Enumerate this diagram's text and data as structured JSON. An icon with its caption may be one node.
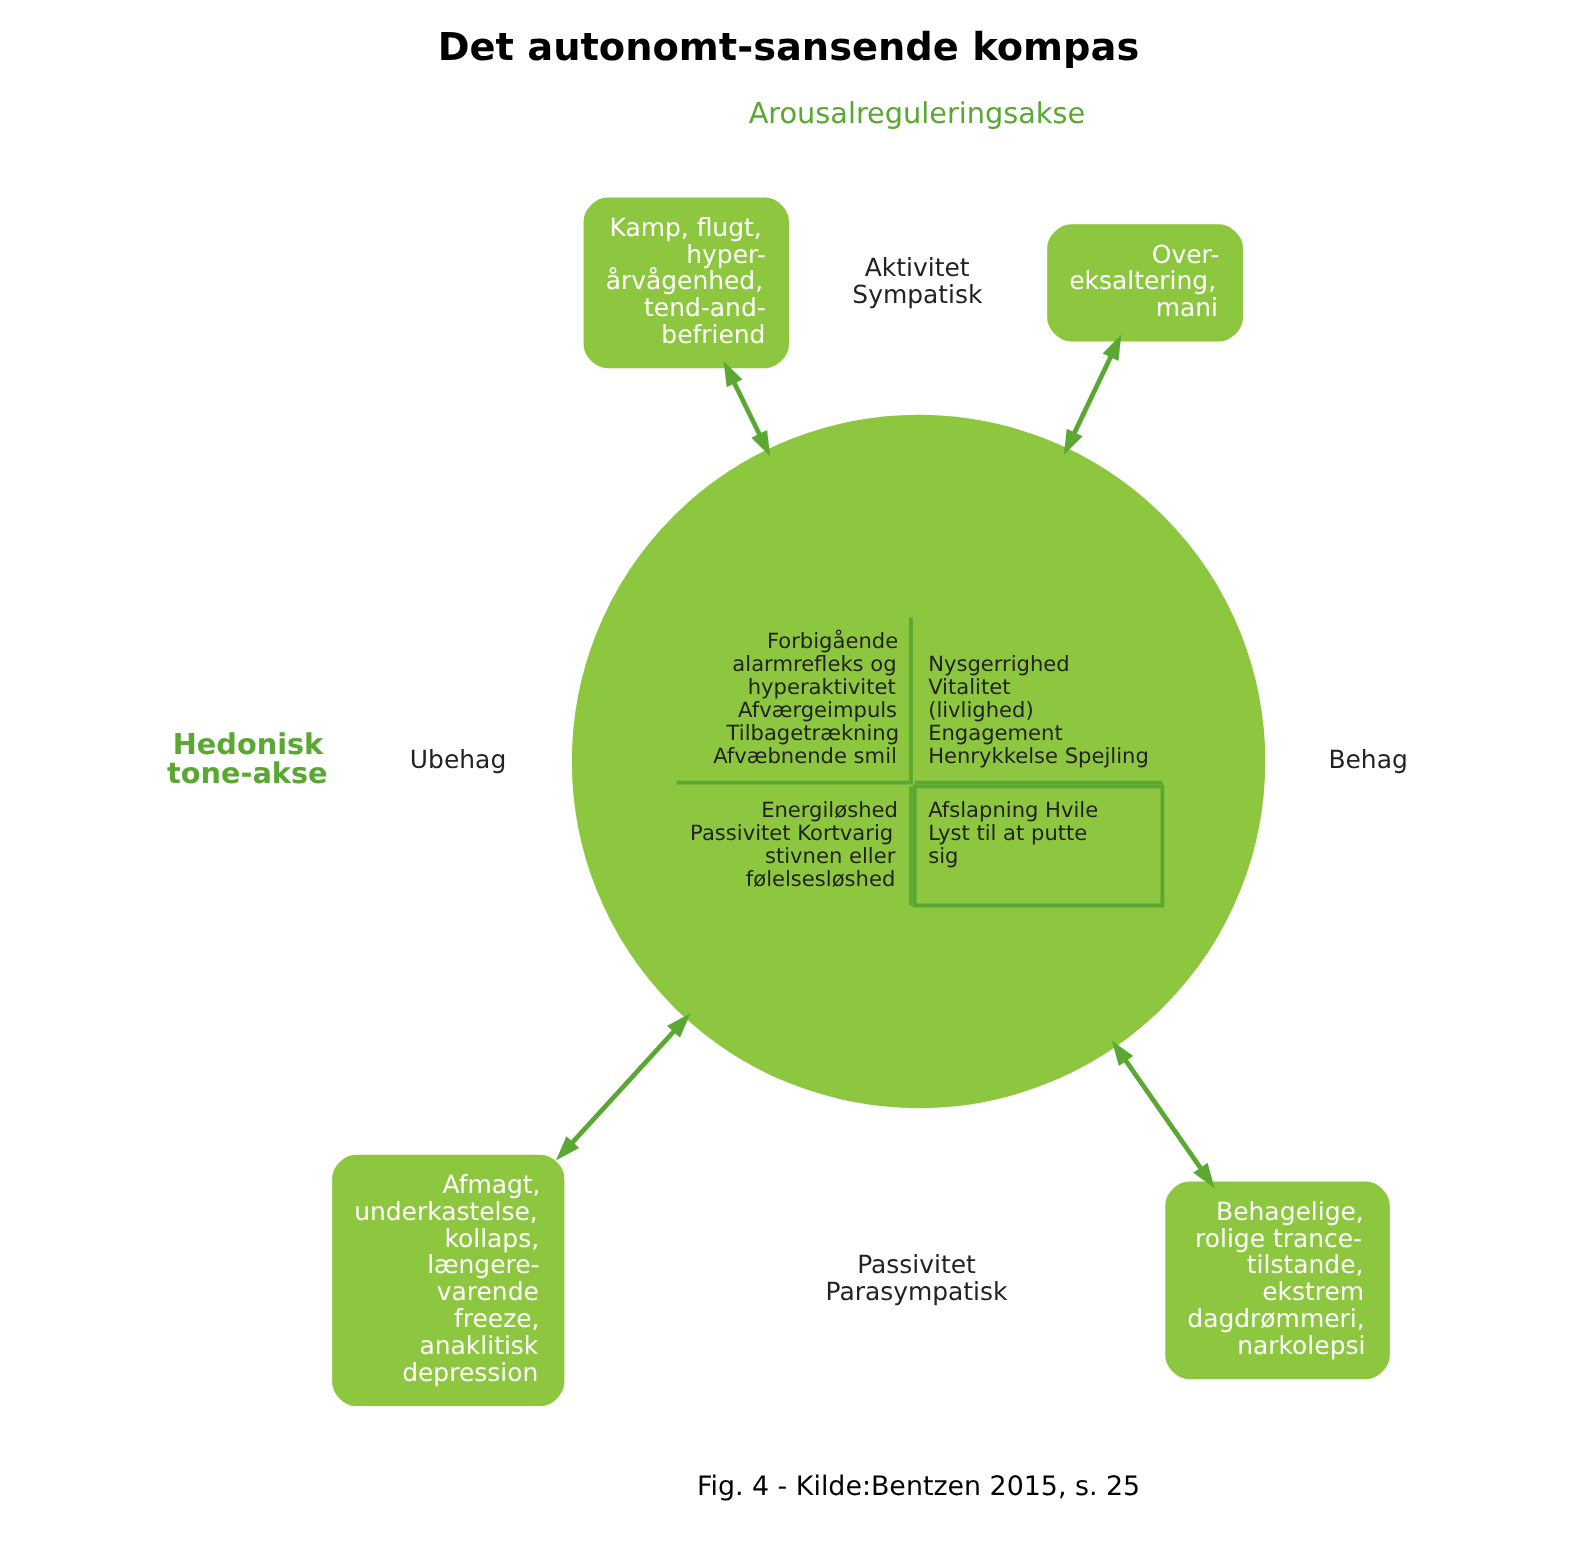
{
  "diagram": {
    "title": "Det autonomt-sansende kompas",
    "caption": "Fig. 4 - Kilde:Bentzen 2015, s. 25",
    "nodes": [
      {
        "text": [
          "Kamp, flugt, hyper- årvågenhed, tend-and- befriend"
        ]
      },
      {
        "text": [
          "Over- eksaltering, mani"
        ]
      },
      {
        "text": [
          "Forbigående alarmrefleks og hyperaktivitet Afværgeimpuls Tilbagetrækning Afvæbnende smil",
          "Nysgerrighed Vitalitet (livlighed) Engagement Henrykkelse Spejling",
          "Energiløshed Passivitet Kortvarig stivnen eller følelsesløshed",
          "Afslapning Hvile Lyst til at putte sig"
        ]
      },
      {
        "text": [
          "Afmagt, underkastelse, kollaps, længere- varende freeze, anaklitisk depression"
        ]
      },
      {
        "text": [
          "Behagelige, rolige trance- tilstande, ekstrem dagdrømmeri, narkolepsi"
        ]
      }
    ],
    "edges": [
      {
        "from": 0,
        "to": 2,
        "arrow": "both"
      },
      {
        "from": 1,
        "to": 2,
        "arrow": "both"
      },
      {
        "from": 3,
        "to": 2,
        "arrow": "both"
      },
      {
        "from": 4,
        "to": 2,
        "arrow": "both"
      }
    ],
    "labels": [
      "Arousalreguleringsakse",
      "Aktivitet Sympatisk",
      "Hedonisk tone-akse",
      "Ubehag",
      "Behag",
      "Passivitet Parasympatisk"
    ]
  }
}
